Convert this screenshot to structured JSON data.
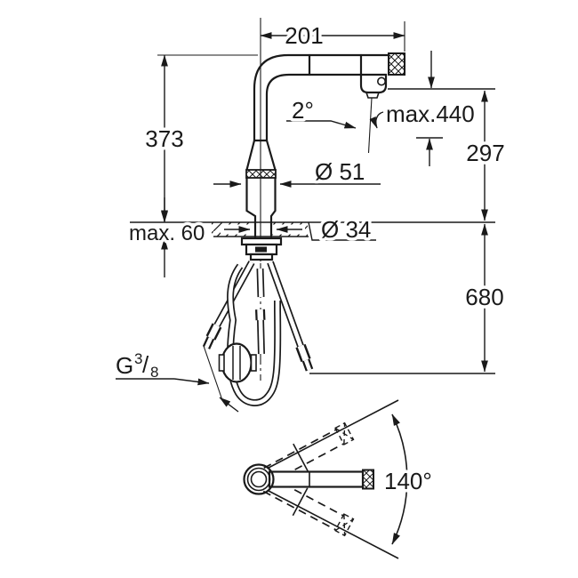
{
  "colors": {
    "background": "#ffffff",
    "ink": "#1a1a1a"
  },
  "drawing": {
    "type": "technical-dimension-drawing",
    "views": [
      "front-view-with-installation",
      "top-swivel-view"
    ]
  },
  "labels": {
    "reach": "201",
    "height": "373",
    "tilt": "2°",
    "pullout": "max.440",
    "outlet_height": "297",
    "body_dia": "Ø 51",
    "counter_max": "max. 60",
    "hole_dia": "Ø 34",
    "hose_drop": "680",
    "swivel": "140°",
    "thread": {
      "g": "G",
      "num": "3",
      "slash": "/",
      "den": "8"
    }
  }
}
